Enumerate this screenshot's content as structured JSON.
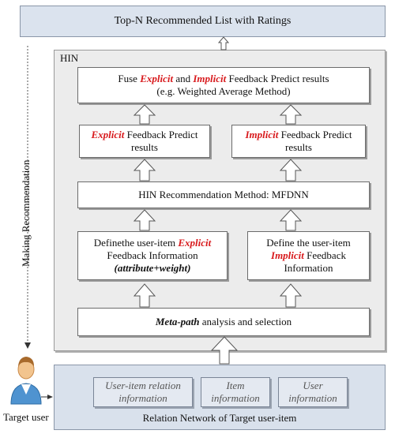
{
  "top": {
    "label": "Top-N Recommended List with Ratings"
  },
  "hin": {
    "label": "HIN"
  },
  "fuse": {
    "line1_a": "Fuse ",
    "line1_b": "Explicit",
    "line1_c": " and ",
    "line1_d": "Implicit",
    "line1_e": " Feedback Predict results",
    "line2": "(e.g. Weighted Average Method)"
  },
  "explicit_predict": {
    "emph": "Explicit",
    "rest": " Feedback Predict",
    "line2": "results"
  },
  "implicit_predict": {
    "emph": "Implicit",
    "rest": " Feedback Predict",
    "line2": "results"
  },
  "method": {
    "label": "HIN Recommendation Method: MFDNN"
  },
  "explicit_info": {
    "line1_a": "Definethe user-item ",
    "line1_b": "Explicit",
    "line2": "Feedback Information",
    "line3": "(attribute+weight)"
  },
  "implicit_info": {
    "line1": "Define  the user-item",
    "line2_a": "Implicit",
    "line2_b": "  Feedback",
    "line3": "Information"
  },
  "metapath": {
    "emph": "Meta-path",
    "rest": " analysis and selection"
  },
  "network": {
    "label": "Relation Network of Target user-item",
    "items": [
      {
        "line1": "User-item relation",
        "line2": "information"
      },
      {
        "line1": "Item",
        "line2": "information"
      },
      {
        "line1": "User",
        "line2": "information"
      }
    ]
  },
  "side": {
    "making": "Making Recommendation",
    "target_user": "Target user"
  },
  "colors": {
    "emphasis": "#d8191c",
    "top_fill": "#dbe3ee",
    "hin_fill": "#ececec",
    "net_fill": "#d9e1ec"
  },
  "icons": {
    "user": "user-avatar-icon"
  }
}
